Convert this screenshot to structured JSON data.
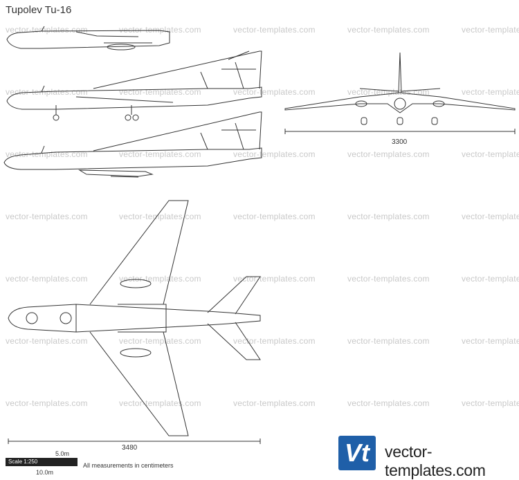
{
  "title": "Tupolev Tu-16",
  "watermark_text": "vector-templates.com",
  "dimensions": {
    "wingspan": "3300",
    "length": "3480"
  },
  "scale": {
    "label": "Scale 1:250",
    "short": "5.0m",
    "long": "10.0m",
    "units_note": "All measurements in centimeters"
  },
  "brand": {
    "logo_letters": "Vt",
    "name": "vector-templates.com",
    "color": "#1f5fa8"
  }
}
